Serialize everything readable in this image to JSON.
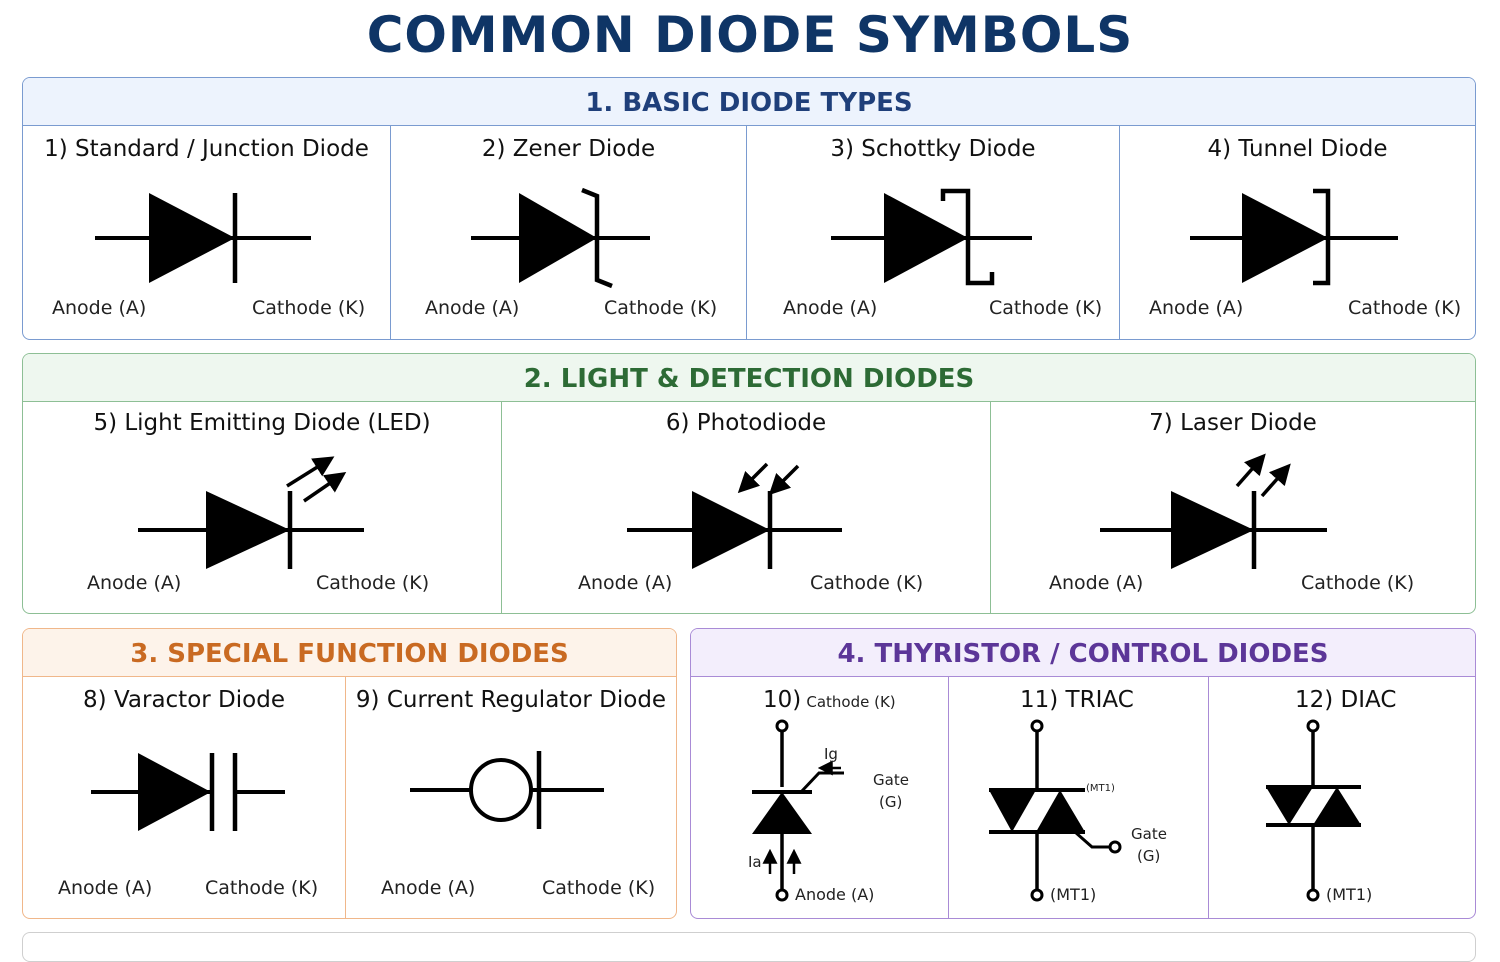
{
  "title": "COMMON DIODE SYMBOLS",
  "sections": [
    {
      "header": "1. BASIC DIODE TYPES",
      "color": "#1f3f7a",
      "items": [
        {
          "title": "1) Standard / Junction Diode",
          "anode": "Anode (A)",
          "cathode": "Cathode (K)",
          "symbol": "diode-icon"
        },
        {
          "title": "2) Zener Diode",
          "anode": "Anode (A)",
          "cathode": "Cathode (K)",
          "symbol": "zener-diode-icon"
        },
        {
          "title": "3) Schottky Diode",
          "anode": "Anode (A)",
          "cathode": "Cathode (K)",
          "symbol": "schottky-diode-icon"
        },
        {
          "title": "4) Tunnel Diode",
          "anode": "Anode (A)",
          "cathode": "Cathode (K)",
          "symbol": "tunnel-diode-icon"
        }
      ]
    },
    {
      "header": "2. LIGHT & DETECTION DIODES",
      "color": "#2d6b35",
      "items": [
        {
          "title": "5) Light Emitting Diode (LED)",
          "anode": "Anode (A)",
          "cathode": "Cathode (K)",
          "symbol": "led-icon"
        },
        {
          "title": "6) Photodiode",
          "anode": "Anode (A)",
          "cathode": "Cathode (K)",
          "symbol": "photodiode-icon"
        },
        {
          "title": "7) Laser Diode",
          "anode": "Anode (A)",
          "cathode": "Cathode (K)",
          "symbol": "laser-diode-icon"
        }
      ]
    },
    {
      "header": "3. SPECIAL FUNCTION DIODES",
      "color": "#c96a22",
      "items": [
        {
          "title": "8) Varactor Diode",
          "anode": "Anode (A)",
          "cathode": "Cathode (K)",
          "symbol": "varactor-diode-icon"
        },
        {
          "title": "9) Current Regulator Diode",
          "anode": "Anode (A)",
          "cathode": "Cathode (K)",
          "symbol": "current-regulator-diode-icon"
        }
      ]
    },
    {
      "header": "4. THYRISTOR / CONTROL DIODES",
      "color": "#5c3698",
      "items": [
        {
          "title": "10)",
          "title_suffix": "Cathode (K)",
          "gate": "Gate",
          "gate_sub": "(G)",
          "ig": "Ig",
          "ia": "Ia",
          "bottom": "Anode (A)",
          "symbol": "scr-icon"
        },
        {
          "title": "11) TRIAC",
          "mt_top": "(MT1)",
          "gate": "Gate",
          "gate_sub": "(G)",
          "bottom": "(MT1)",
          "symbol": "triac-icon"
        },
        {
          "title": "12) DIAC",
          "bottom": "(MT1)",
          "symbol": "diac-icon"
        }
      ]
    }
  ]
}
